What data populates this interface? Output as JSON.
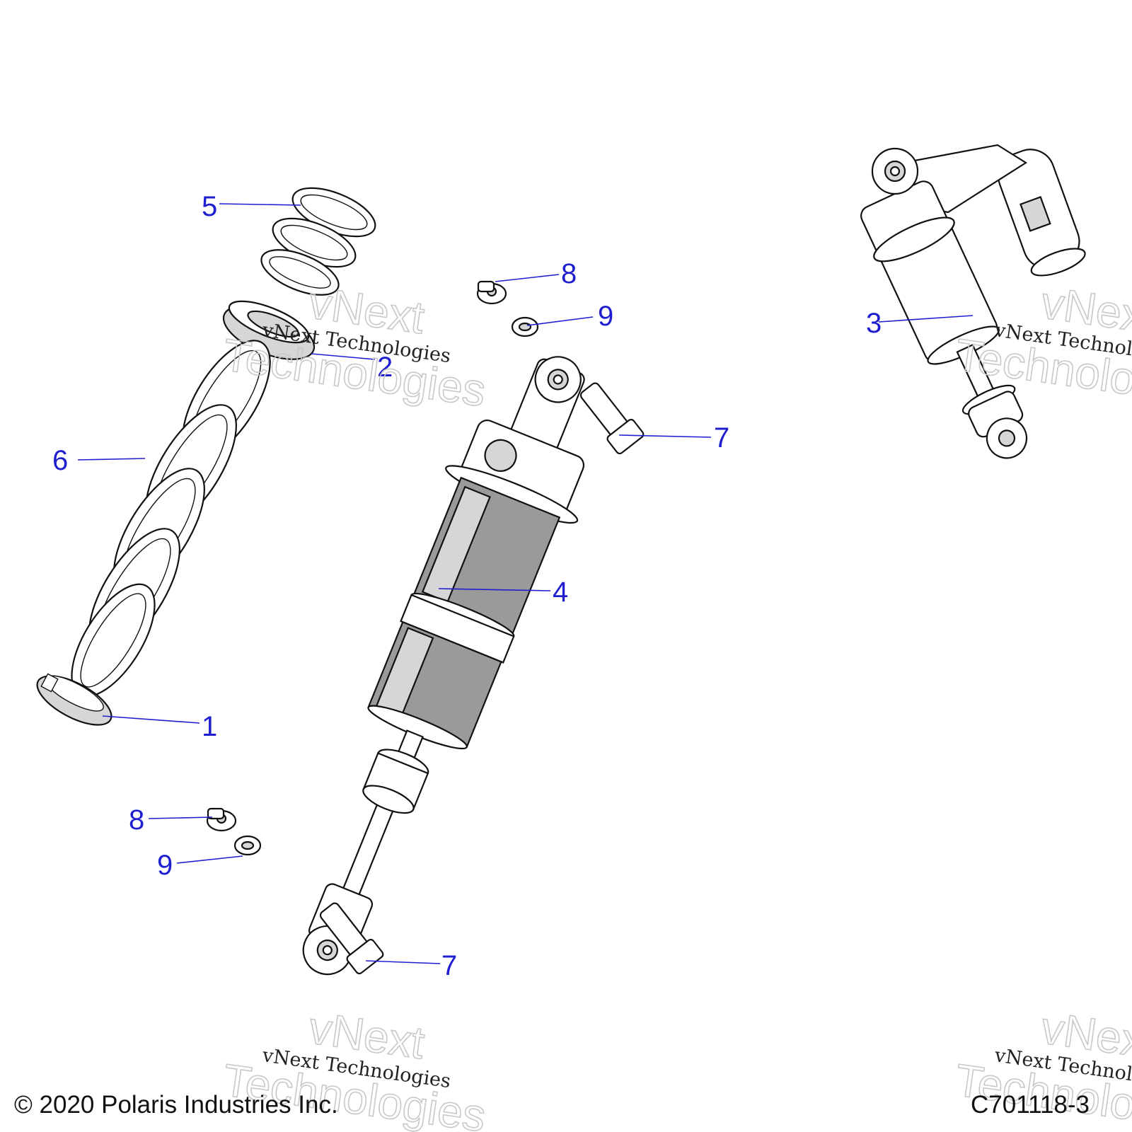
{
  "callouts": [
    "1",
    "2",
    "3",
    "4",
    "5",
    "6",
    "7",
    "7",
    "8",
    "8",
    "9",
    "9"
  ],
  "parts": {
    "spring_retainer": "spring-retainer-clip",
    "spring_seat": "spring-seat",
    "shock_assembly": "shock-assembly-complete",
    "shock_body": "shock-body",
    "upper_spring": "upper-spring",
    "main_spring": "main-spring",
    "bolt": "mounting-bolt",
    "nut": "flange-nut",
    "washer": "washer"
  },
  "watermark": {
    "script_text": "vNext Technologies",
    "outline_line_1": "vNext",
    "outline_line_2": "Technologies"
  },
  "footer": {
    "copyright": "© 2020 Polaris Industries Inc.",
    "figure_id": "C701118-3"
  },
  "colors": {
    "callout": "#1f1fd0",
    "line": "#111111"
  }
}
